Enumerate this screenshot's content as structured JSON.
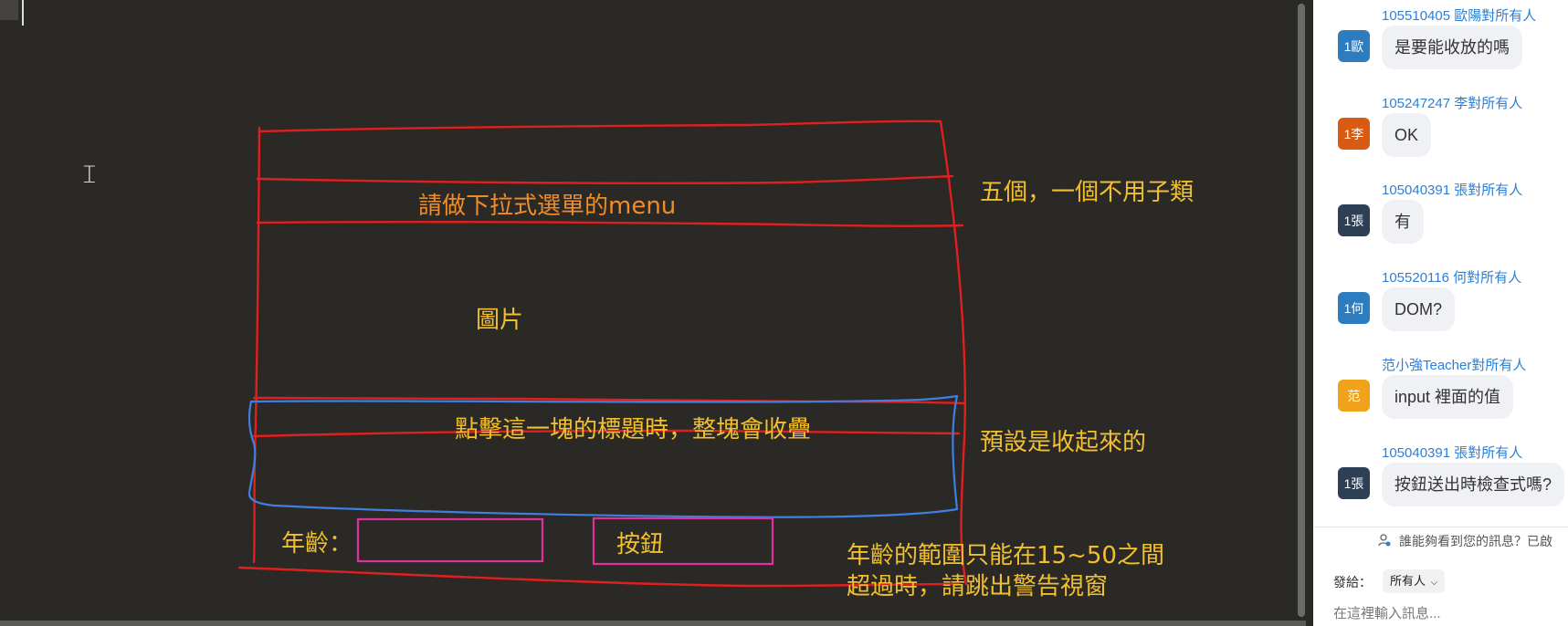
{
  "whiteboard": {
    "annotation_menu": "請做下拉式選單的menu",
    "annotation_five": "五個，一個不用子類",
    "annotation_image": "圖片",
    "annotation_collapse": "點擊這一塊的標題時，整塊會收疊",
    "annotation_default": "預設是收起來的",
    "label_age": "年齡：",
    "label_button": "按鈕",
    "annotation_range_1": "年齡的範圍只能在15~50之間",
    "annotation_range_2": "超過時，請跳出警告視窗",
    "colors": {
      "red": "#e0201f",
      "blue": "#3f7fe0",
      "magenta": "#e0309a",
      "orange": "#f28c28",
      "yellow": "#f2c02e"
    }
  },
  "chat": {
    "messages": [
      {
        "sender": "105510405 歐陽對所有人",
        "avatar": "1歐",
        "avatar_color": "#2e7cc0",
        "text": "是要能收放的嗎"
      },
      {
        "sender": "105247247 李對所有人",
        "avatar": "1李",
        "avatar_color": "#d95a12",
        "text": "OK"
      },
      {
        "sender": "105040391 張對所有人",
        "avatar": "1張",
        "avatar_color": "#2e3f55",
        "text": "有"
      },
      {
        "sender": "105520116 何對所有人",
        "avatar": "1何",
        "avatar_color": "#2e7cc0",
        "text": "DOM?"
      },
      {
        "sender": "范小強Teacher對所有人",
        "avatar": "范",
        "avatar_color": "#f0a21a",
        "text": "input  裡面的值"
      },
      {
        "sender": "105040391 張對所有人",
        "avatar": "1張",
        "avatar_color": "#2e3f55",
        "text": "按鈕送出時檢查式嗎?"
      }
    ],
    "privacy_note": "誰能夠看到您的訊息？已啟",
    "to_label": "發給：",
    "to_value": "所有人",
    "input_placeholder": "在這裡輸入訊息..."
  }
}
